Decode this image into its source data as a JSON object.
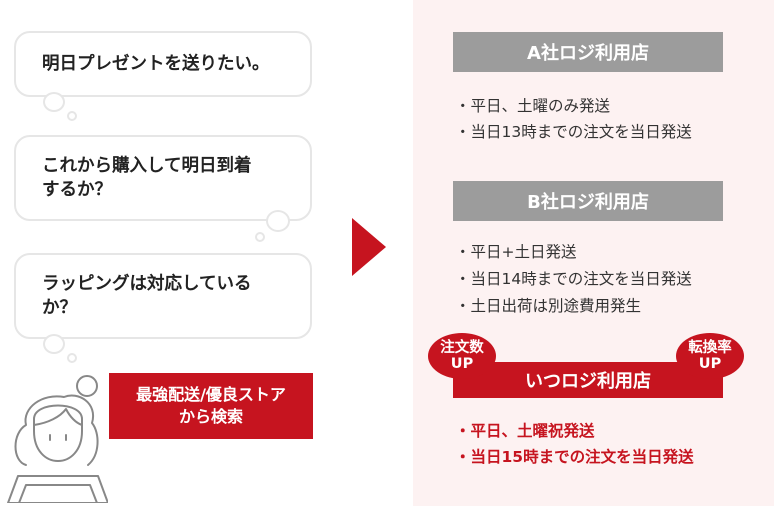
{
  "bubbles": [
    {
      "line1": "明日プレゼントを送りたい。",
      "line2": ""
    },
    {
      "line1": "これから購入して明日到着",
      "line2": "するか？"
    },
    {
      "line1": "ラッピングは対応している",
      "line2": "か？"
    }
  ],
  "search_box": {
    "line1": "最強配送/優良ストア",
    "line2": "から検索"
  },
  "company_a": {
    "title": "A社ロジ利用店",
    "items": [
      "・平日、土曜のみ発送",
      "・当日13時までの注文を当日発送"
    ]
  },
  "company_b": {
    "title": "B社ロジ利用店",
    "items": [
      "・平日+土日発送",
      "・当日14時までの注文を当日発送",
      "・土日出荷は別途費用発生"
    ]
  },
  "itsu_logi": {
    "title": "いつロジ利用店",
    "items": [
      "・平日、土曜祝発送",
      "・当日15時までの注文を当日発送"
    ]
  },
  "badge_left": {
    "line1": "注文数",
    "line2": "UP"
  },
  "badge_right": {
    "line1": "転換率",
    "line2": "UP"
  },
  "colors": {
    "accent": "#c6141f",
    "header_gray": "#9c9c9c",
    "panel_bg": "#fdf2f2",
    "bubble_border": "#e6e6e6"
  }
}
